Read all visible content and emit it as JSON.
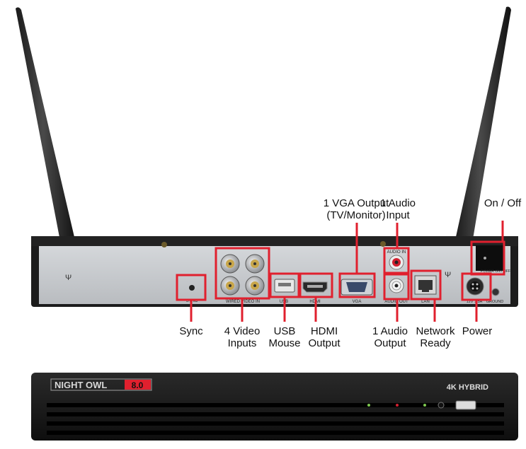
{
  "colors": {
    "callout": "#e0202e",
    "panel": "#c9ccd0",
    "chassis": "#1b1b1b",
    "brand_accent": "#e0202e"
  },
  "back_panel": {
    "port_labels": {
      "sync": "SYNC",
      "video_in": "WIRED VIDEO IN",
      "usb": "USB",
      "hdmi": "HDMI",
      "vga": "VGA",
      "audio_in": "AUDIO IN",
      "audio_out": "AUDIO OUT",
      "lan": "LAN",
      "power": "12V 1.5A",
      "ground": "GROUND",
      "power_switch": "POWER ON / OFF"
    }
  },
  "callouts": {
    "vga_output": [
      "1 VGA Output",
      "(TV/Monitor)"
    ],
    "audio_input": [
      "1 Audio",
      "Input"
    ],
    "on_off": [
      "On / Off"
    ],
    "sync": [
      "Sync"
    ],
    "video_inputs": [
      "4 Video",
      "Inputs"
    ],
    "usb_mouse": [
      "USB",
      "Mouse"
    ],
    "hdmi_output": [
      "HDMI",
      "Output"
    ],
    "audio_output": [
      "1 Audio",
      "Output"
    ],
    "network_ready": [
      "Network",
      "Ready"
    ],
    "power": [
      "Power"
    ]
  },
  "front_panel": {
    "brand": "NIGHT OWL",
    "brand_version": "8.0",
    "model_badge": "4K HYBRID"
  }
}
